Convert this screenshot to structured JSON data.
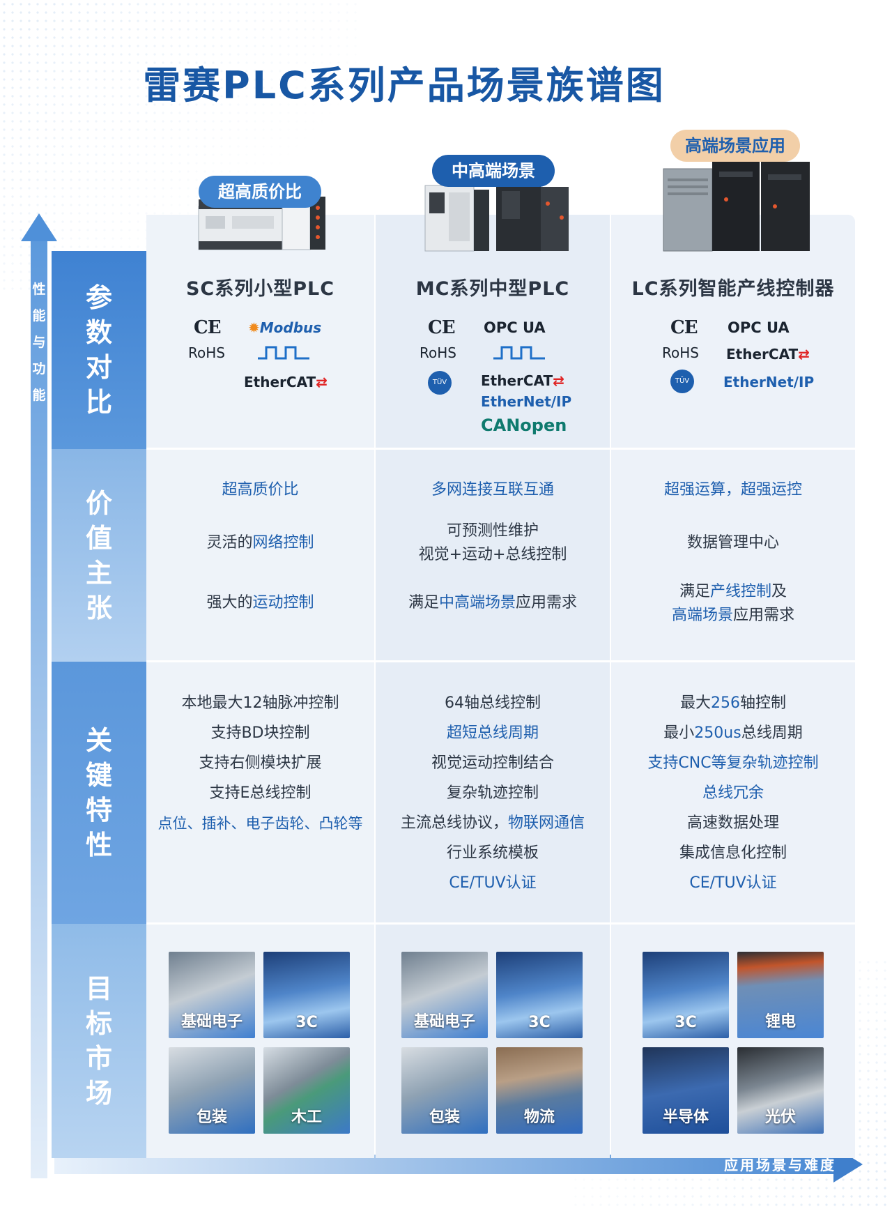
{
  "page_title": "雷赛PLC系列产品场景族谱图",
  "axes": {
    "vertical": "性能与功能",
    "horizontal": "应用场景与难度"
  },
  "rows": {
    "params": "参数对比",
    "value": "价值主张",
    "features": "关键特性",
    "markets": "目标市场"
  },
  "products": [
    {
      "badge": "超高质价比",
      "name": "SC系列小型PLC",
      "logos": {
        "ce": "CE",
        "rohs": "RoHS",
        "modbus": "Modbus",
        "ethercat": "EtherCAT"
      },
      "value": [
        "超高质价比",
        "灵活的",
        "网络控制",
        "强大的",
        "运动控制"
      ],
      "features": [
        "本地最大12轴脉冲控制",
        "支持BD块控制",
        "支持右侧模块扩展",
        "支持E总线控制",
        "点位、插补、电子齿轮、凸轮等"
      ],
      "markets": [
        "基础电子",
        "3C",
        "包装",
        "木工"
      ]
    },
    {
      "badge": "中高端场景",
      "name": "MC系列中型PLC",
      "logos": {
        "ce": "CE",
        "rohs": "RoHS",
        "opcua": "OPC UA",
        "tuv": "TÜV",
        "ethercat": "EtherCAT",
        "ethernetip": "EtherNet/IP",
        "canopen": "CANopen"
      },
      "value": [
        "多网连接互联互通",
        "可预测性维护",
        "视觉+运动+总线控制",
        "满足",
        "中高端场景",
        "应用需求"
      ],
      "features": [
        "64轴总线控制",
        "超短总线周期",
        "视觉运动控制结合",
        "复杂轨迹控制",
        "主流总线协议，",
        "物联网通信",
        "行业系统模板",
        "CE/TUV认证"
      ],
      "markets": [
        "基础电子",
        "3C",
        "包装",
        "物流"
      ]
    },
    {
      "badge": "高端场景应用",
      "name": "LC系列智能产线控制器",
      "logos": {
        "ce": "CE",
        "rohs": "RoHS",
        "opcua": "OPC UA",
        "tuv": "TÜV",
        "ethercat": "EtherCAT",
        "ethernetip": "EtherNet/IP"
      },
      "value": [
        "超强运算，超强运控",
        "数据管理中心",
        "满足",
        "产线控制",
        "及",
        "高端场景",
        "应用需求"
      ],
      "features": [
        "最大",
        "256",
        "轴控制",
        "最小",
        "250us",
        "总线周期",
        "支持CNC等复杂轨迹控制",
        "总线冗余",
        "高速数据处理",
        "集成信息化控制",
        "CE/TUV认证"
      ],
      "markets": [
        "3C",
        "锂电",
        "半导体",
        "光伏"
      ]
    }
  ],
  "colors": {
    "brand_blue": "#1857a4",
    "highlight": "#1e5fae",
    "row_band_top": "#4a8bd6",
    "row_band_light": "#a9c9ee"
  }
}
